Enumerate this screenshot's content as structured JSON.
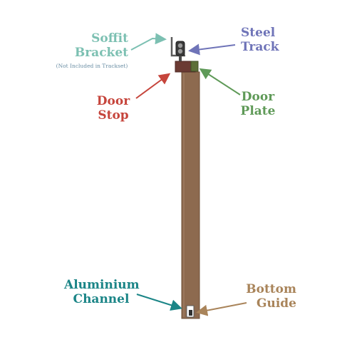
{
  "colors": {
    "soffit_bracket": "#7cc0b2",
    "steel_track": "#6f74b8",
    "door_stop": "#c6453c",
    "door_plate": "#5f9a58",
    "aluminium_channel": "#1b8587",
    "bottom_guide": "#a9845a",
    "door_panel": "#8d6a4f",
    "door_panel_edge": "#6e5039",
    "door_stop_fill": "#6b3a33",
    "door_plate_fill": "#5c6f38",
    "note_text": "#6a8ea4"
  },
  "labels": {
    "soffit_bracket": [
      "Soffit",
      "Bracket"
    ],
    "soffit_note": "(Not Included in Trackset)",
    "steel_track": [
      "Steel",
      "Track"
    ],
    "door_stop": [
      "Door",
      "Stop"
    ],
    "door_plate": [
      "Door",
      "Plate"
    ],
    "aluminium_channel": [
      "Aluminium",
      "Channel"
    ],
    "bottom_guide": [
      "Bottom",
      "Guide"
    ]
  }
}
